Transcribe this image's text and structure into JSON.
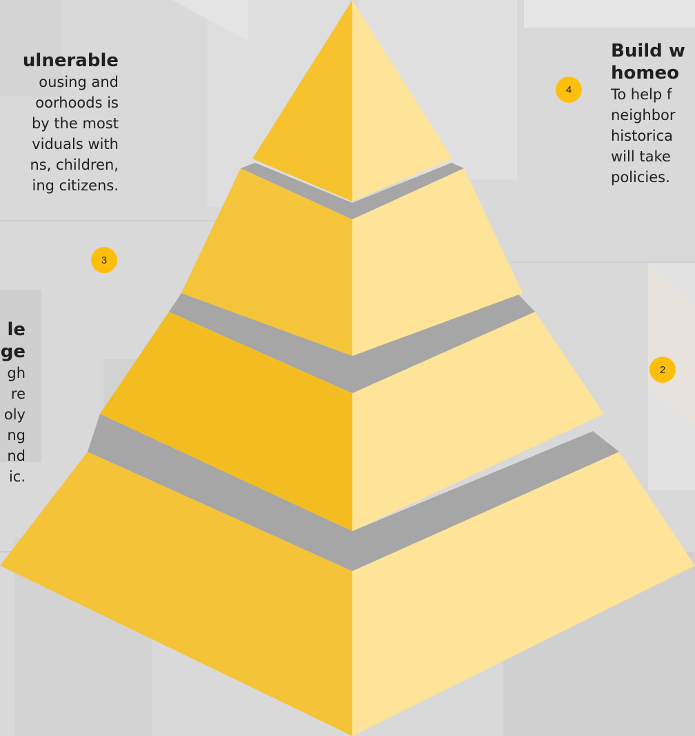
{
  "blocks": {
    "left_top": {
      "title": "ulnerable",
      "lines": [
        "ousing and",
        "oorhoods is",
        "by the most",
        "viduals with",
        "ns, children,",
        "ing citizens."
      ]
    },
    "left_mid": {
      "title_lines": [
        "le",
        "ge"
      ],
      "lines": [
        "gh",
        "re",
        "oly",
        "ng",
        "nd",
        "ic."
      ]
    },
    "right_top": {
      "title_lines": [
        "Build w",
        "homeo"
      ],
      "lines": [
        "To help f",
        "neighbor",
        "historica",
        "will take",
        "policies."
      ]
    }
  },
  "badges": {
    "b3": "3",
    "b4": "4",
    "b2": "2"
  },
  "colors": {
    "background": "#d9d9d9",
    "pyramid_dark_face": "#f6c22e",
    "pyramid_light_face": "#fee498",
    "shelf_gray": "#a6a6a6",
    "badge": "#fdbf0b"
  }
}
